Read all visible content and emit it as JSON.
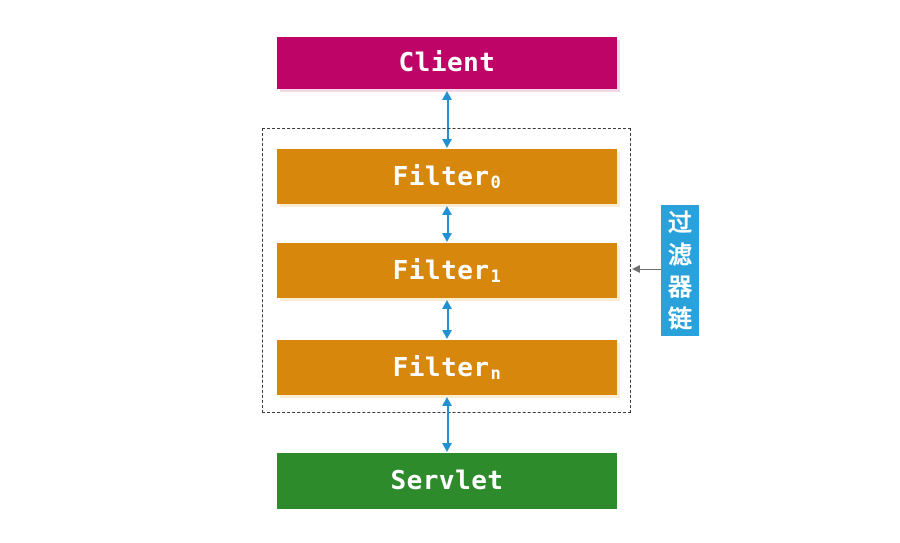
{
  "colors": {
    "client": "#BE0466",
    "filter": "#D6870C",
    "servlet": "#2E8B2C",
    "chain_label_bg": "#29A2DC",
    "arrow": "#2191D5",
    "pointer_arrow": "#6E6E6E",
    "box_text": "#FFFFFF",
    "background": "#FFFFFF"
  },
  "boxes": {
    "client": "Client",
    "servlet": "Servlet",
    "filters": [
      {
        "base": "Filter",
        "sub": "0"
      },
      {
        "base": "Filter",
        "sub": "1"
      },
      {
        "base": "Filter",
        "sub": "n"
      }
    ]
  },
  "chain_label": "过滤器链"
}
